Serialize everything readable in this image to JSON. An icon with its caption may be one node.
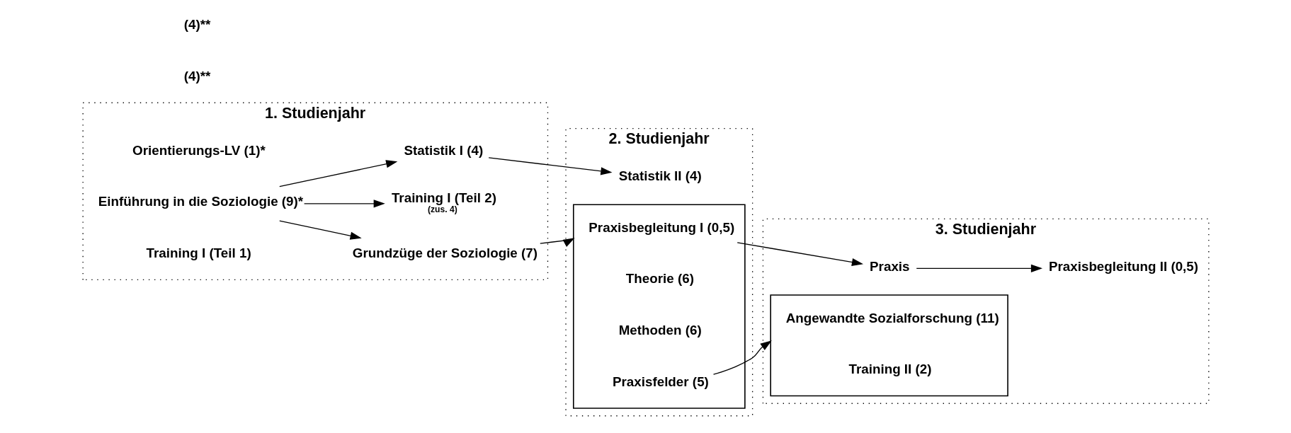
{
  "diagram": {
    "nodes": [
      {
        "text": [
          "1. Studienjahr"
        ]
      },
      {
        "text": [
          "Orientierungs-LV (1)*"
        ],
        "in": 0
      },
      {
        "text": [
          "Einführung in die Soziologie (9)*"
        ],
        "in": 0
      },
      {
        "text": [
          "Training I (Teil 1)"
        ],
        "in": 0
      },
      {
        "text": [
          "Grundzüge der Soziologie (7)"
        ],
        "in": 0
      },
      {
        "text": [
          "Training I (Teil 2)"
        ],
        "beside": [
          "(zus. 4)"
        ],
        "in": 0
      },
      {
        "text": [
          "Statistik I (4)"
        ],
        "in": 0
      },
      {
        "text": [
          "2. Studienjahr"
        ]
      },
      {
        "text": [],
        "shape": "bracket",
        "in": 7
      },
      {
        "text": [
          "Praxisbegleitung I (0,5)"
        ],
        "in": 8
      },
      {
        "text": [
          "Theorie (6)"
        ],
        "in": 8
      },
      {
        "text": [
          "Methoden (6)"
        ],
        "in": 8
      },
      {
        "text": [
          "Praxisfelder (5)"
        ],
        "in": 8
      },
      {
        "text": [
          "Statistik II (4)"
        ],
        "in": 7
      },
      {
        "text": [
          "3. Studienjahr"
        ]
      },
      {
        "text": [
          "Praxis"
        ],
        "in": 14
      },
      {
        "text": [
          "Praxisbegleitung II (0,5)"
        ],
        "in": 14
      },
      {
        "text": [],
        "shape": "bracket",
        "in": 14
      },
      {
        "text": [
          "Angewandte Sozialforschung (11)"
        ],
        "in": 17
      },
      {
        "text": [
          "Training II (2)"
        ],
        "in": 17
      }
    ],
    "edges": [
      {
        "from": 2,
        "to": 4,
        "arrow": "to"
      },
      {
        "from": 2,
        "to": 5,
        "arrow": "to"
      },
      {
        "from": 2,
        "to": 6,
        "arrow": "to"
      },
      {
        "from": 4,
        "to": 8,
        "arrow": "to"
      },
      {
        "from": 9,
        "to": 15,
        "arrow": "to"
      },
      {
        "from": 15,
        "to": 16,
        "arrow": "to"
      },
      {
        "from": 12,
        "to": 17,
        "arrow": "to"
      },
      {
        "from": 6,
        "to": 13,
        "arrow": "to"
      }
    ],
    "labels": [
      "(4)**",
      "(4)**"
    ]
  }
}
